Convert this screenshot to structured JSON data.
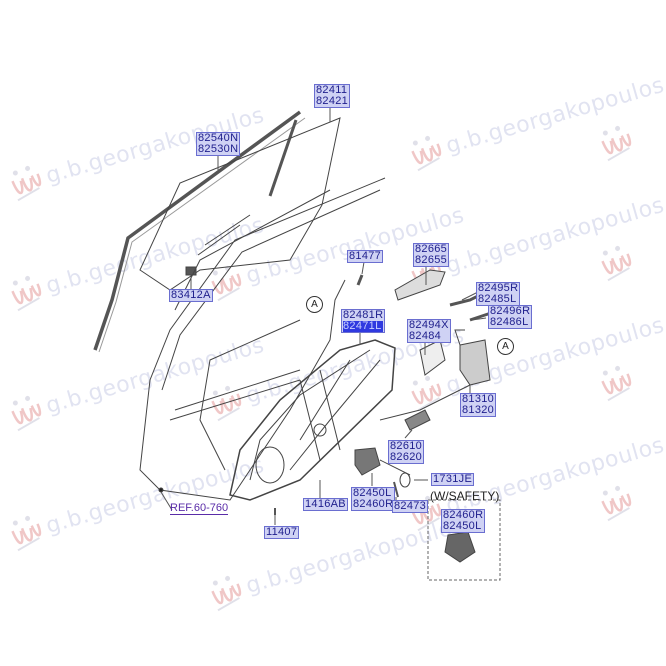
{
  "diagram": {
    "type": "exploded-parts-diagram",
    "subject": "Front door window glass, regulator and latch assembly",
    "watermark": {
      "text": "g.b.georgakopoulos",
      "logo": "gbg-logo-icon",
      "text_color": "#c9cde6",
      "logo_color": "#e8a0a0"
    },
    "colors": {
      "label_fill": "#cfd2f4",
      "label_border": "#6a6ed0",
      "label_text": "#1e1e8c",
      "highlight_fill": "#2f39e0",
      "ref_text": "#5a2ca8",
      "line": "#444444"
    },
    "labels": [
      {
        "id": "glass",
        "lines": [
          "82411",
          "82421"
        ]
      },
      {
        "id": "run-channel",
        "lines": [
          "82540N",
          "82530N"
        ]
      },
      {
        "id": "glass-holder",
        "lines": [
          "83412A"
        ]
      },
      {
        "id": "bolt-81477",
        "lines": [
          "81477"
        ]
      },
      {
        "id": "regulator-module",
        "lines": [
          "82481R",
          "82471L"
        ],
        "highlighted_line": 1
      },
      {
        "id": "handle-bracket",
        "lines": [
          "82665",
          "82655"
        ]
      },
      {
        "id": "handle-rod-1",
        "lines": [
          "82495R",
          "82485L"
        ]
      },
      {
        "id": "handle-rod-2",
        "lines": [
          "82496R",
          "82486L"
        ]
      },
      {
        "id": "handle-base",
        "lines": [
          "82494X",
          "82484"
        ]
      },
      {
        "id": "latch",
        "lines": [
          "81310",
          "81320"
        ]
      },
      {
        "id": "inside-handle",
        "lines": [
          "82610",
          "82620"
        ]
      },
      {
        "id": "o-ring",
        "lines": [
          "1731JE"
        ]
      },
      {
        "id": "motor",
        "lines": [
          "82450L",
          "82460R"
        ]
      },
      {
        "id": "screw-82473",
        "lines": [
          "82473"
        ]
      },
      {
        "id": "clip-1416AB",
        "lines": [
          "1416AB"
        ]
      },
      {
        "id": "screw-11407",
        "lines": [
          "11407"
        ]
      },
      {
        "id": "safety-motor",
        "lines": [
          "82460R",
          "82450L"
        ]
      }
    ],
    "reference": "REF.60-760",
    "safety_note": "(W/SAFETY)",
    "callouts": [
      "A",
      "A"
    ]
  }
}
